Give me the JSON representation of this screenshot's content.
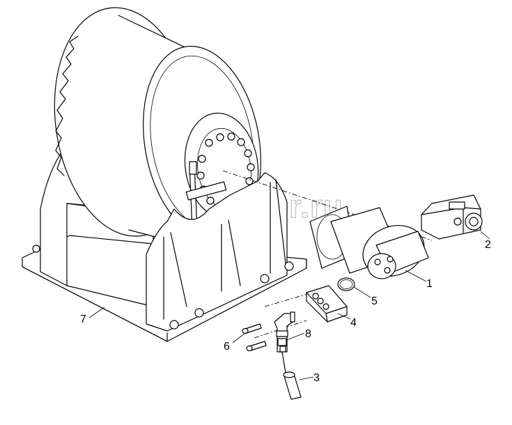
{
  "watermark": {
    "text": "autopiter.ru",
    "letter": "a"
  },
  "callouts": [
    {
      "id": "c1",
      "label": "1"
    },
    {
      "id": "c2",
      "label": "2"
    },
    {
      "id": "c3",
      "label": "3"
    },
    {
      "id": "c4",
      "label": "4"
    },
    {
      "id": "c5",
      "label": "5"
    },
    {
      "id": "c6",
      "label": "6"
    },
    {
      "id": "c7",
      "label": "7"
    },
    {
      "id": "c8",
      "label": "8"
    }
  ]
}
